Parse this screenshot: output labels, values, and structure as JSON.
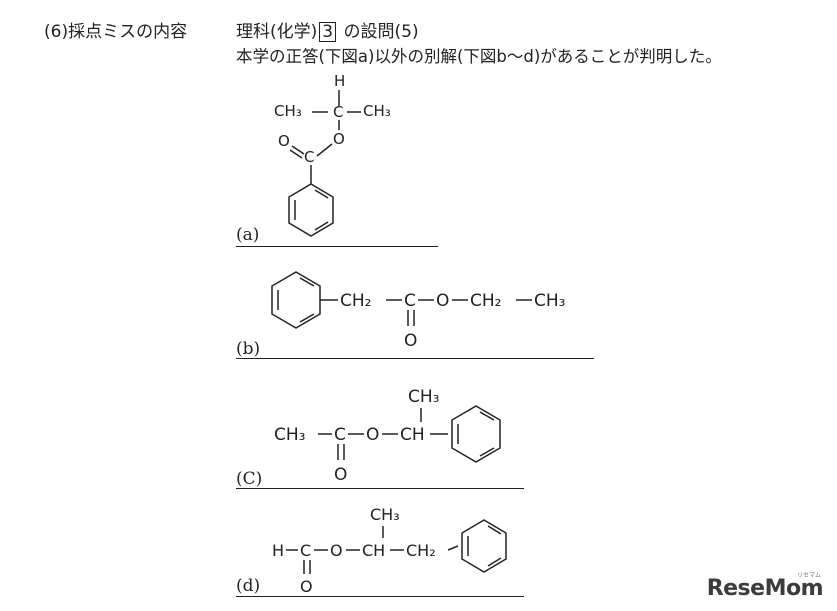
{
  "header": {
    "label": "(6)採点ミスの内容",
    "subject_prefix": "理科(化学)",
    "subject_boxed_number": "3",
    "subject_suffix": "の設問(5)",
    "note": "本学の正答(下図a)以外の別解(下図b～d)があることが判明した。"
  },
  "panels": [
    {
      "label": "(a)",
      "atoms": {
        "h": "H",
        "ch3_left": "CH₃",
        "ch3_right": "CH₃",
        "o_carbonyl": "O",
        "c_carbonyl": "C",
        "o_ester": "O"
      }
    },
    {
      "label": "(b)",
      "atoms": {
        "ch2_a": "CH₂",
        "c": "C",
        "o_ester": "O",
        "ch2_b": "CH₂",
        "ch3": "CH₃",
        "o_carbonyl": "O"
      }
    },
    {
      "label": "(C)",
      "atoms": {
        "ch3_top": "CH₃",
        "ch3_left": "CH₃",
        "c": "C",
        "o_ester": "O",
        "ch": "CH",
        "o_carbonyl": "O"
      }
    },
    {
      "label": "(d)",
      "atoms": {
        "ch3_top": "CH₃",
        "h": "H",
        "c": "C",
        "o_ester": "O",
        "ch": "CH",
        "ch2": "CH₂",
        "o_carbonyl": "O"
      }
    }
  ],
  "watermark": {
    "text": "ReseMom",
    "small": "リセマム"
  }
}
